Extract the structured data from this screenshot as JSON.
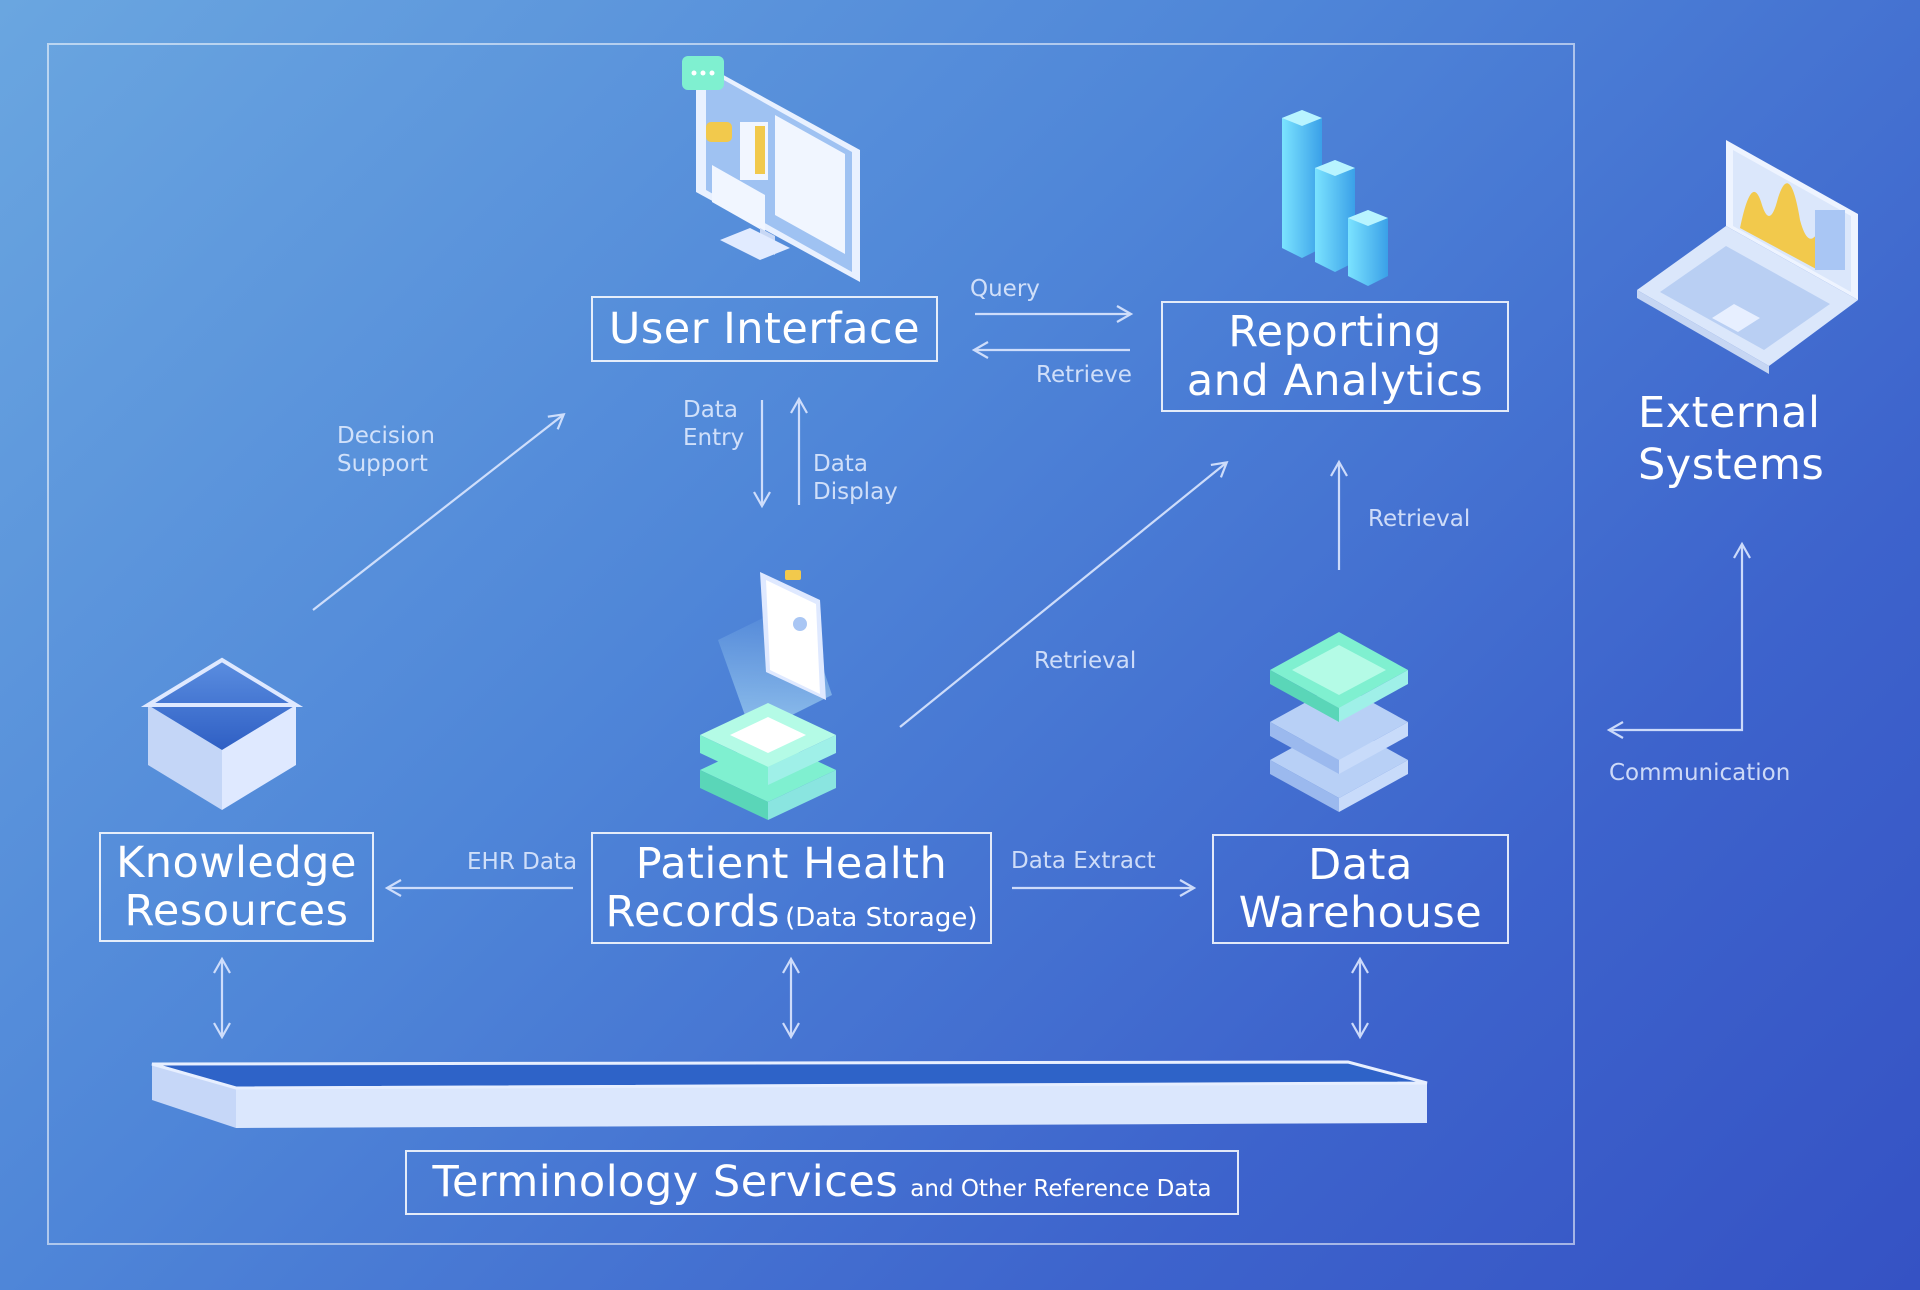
{
  "nodes": {
    "user_interface": {
      "title": "User Interface"
    },
    "reporting": {
      "line1": "Reporting",
      "line2": "and Analytics"
    },
    "external": {
      "line1": "External",
      "line2": "Systems"
    },
    "knowledge": {
      "line1": "Knowledge",
      "line2": "Resources"
    },
    "patient_records": {
      "line1": "Patient Health",
      "line2": "Records",
      "note": "(Data Storage)"
    },
    "data_warehouse": {
      "line1": "Data",
      "line2": "Warehouse"
    },
    "terminology": {
      "title": "Terminology Services",
      "note": "and Other Reference Data"
    }
  },
  "edges": {
    "query": "Query",
    "retrieve": "Retrieve",
    "data_entry": [
      "Data",
      "Entry"
    ],
    "data_display": [
      "Data",
      "Display"
    ],
    "decision_support": [
      "Decision",
      "Support"
    ],
    "retrieval_phr": "Retrieval",
    "retrieval_dw": "Retrieval",
    "ehr_data": "EHR Data",
    "data_extract": "Data Extract",
    "communication": "Communication"
  },
  "colors": {
    "background_start": "#6aa6e0",
    "background_end": "#3552c4",
    "line": "#dce7ff",
    "mint": "#7ff0d0",
    "chart_yellow": "#f2c94c"
  },
  "icons": [
    "monitor-icon",
    "bar-chart-icon",
    "laptop-icon",
    "cube-icon",
    "clipboard-server-icon",
    "database-stack-icon",
    "platform-icon"
  ]
}
